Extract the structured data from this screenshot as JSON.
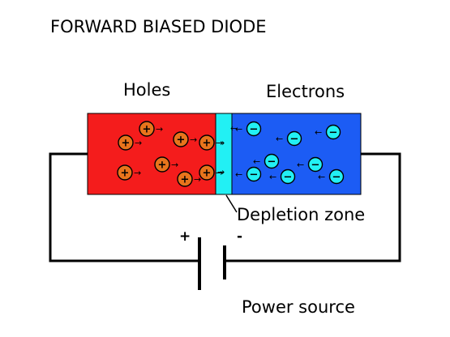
{
  "title": "FORWARD BIASED DIODE",
  "labels": {
    "p_region": "Holes",
    "n_region": "Electrons",
    "depletion_zone": "Depletion zone",
    "power_source": "Power source",
    "positive_terminal": "+",
    "negative_terminal": "-"
  },
  "symbols": {
    "hole_sign": "+",
    "electron_sign": "−",
    "hole_arrow": "→",
    "electron_arrow": "←"
  },
  "colors": {
    "p_region": "#f41c1c",
    "n_region": "#1c5cf4",
    "depletion_zone": "#22f0f4",
    "hole_fill": "#e8741c",
    "electron_fill": "#22f0f4",
    "wire": "#000000"
  }
}
